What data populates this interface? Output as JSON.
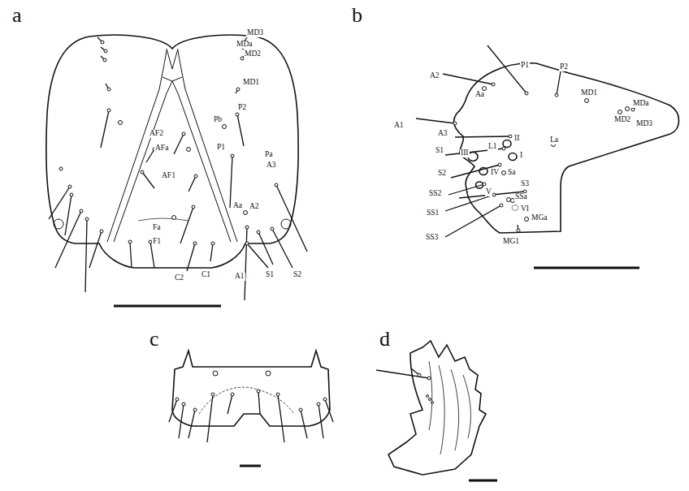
{
  "diagram": {
    "labels": [
      "a",
      "MD3",
      "MDa",
      "MD2",
      "MD1",
      "P2",
      "Pb",
      "AF2",
      "AFa",
      "P1",
      "Pa",
      "A3",
      "AF1",
      "Aa",
      "A2",
      "Fa",
      "F1",
      "A1",
      "S1",
      "S2",
      "C2",
      "C1",
      "b",
      "P1",
      "P2",
      "A2",
      "Aa",
      "A1",
      "MD1",
      "MDa",
      "MD2",
      "MD3",
      "A3",
      "La",
      "II",
      "L1",
      "S1",
      "III",
      "I",
      "S2",
      "IV",
      "Sa",
      "SS2",
      "V",
      "S3",
      "SS1",
      "SSa",
      "VI",
      "SS3",
      "MGa",
      "MG1",
      "c",
      "d"
    ]
  }
}
